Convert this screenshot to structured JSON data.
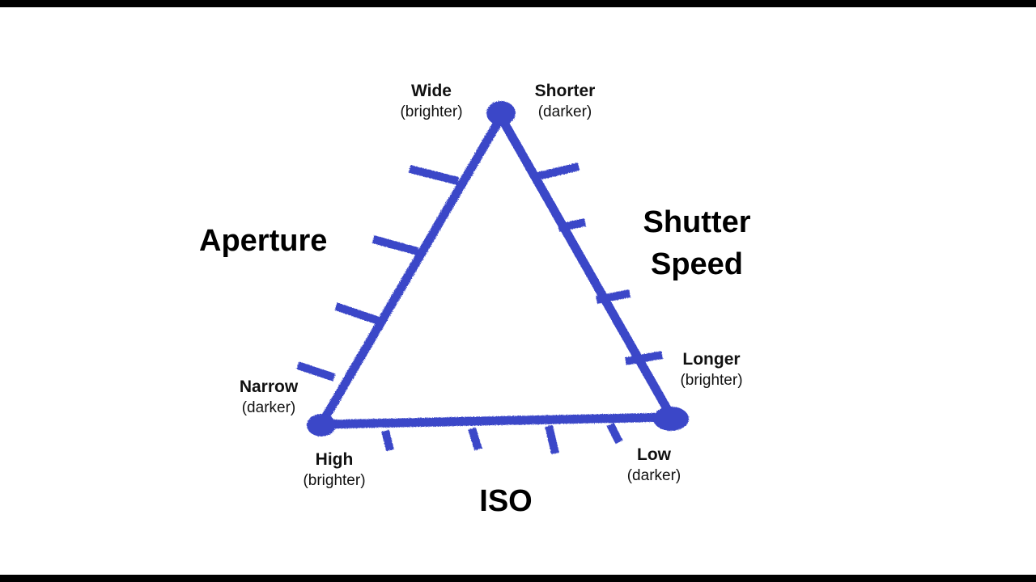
{
  "colors": {
    "stroke": "#3a46c8",
    "text": "#111111",
    "frame": "#000000"
  },
  "aperture": {
    "title": "Aperture",
    "wide": {
      "main": "Wide",
      "sub": "(brighter)"
    },
    "narrow": {
      "main": "Narrow",
      "sub": "(darker)"
    }
  },
  "shutter": {
    "title_line1": "Shutter",
    "title_line2": "Speed",
    "shorter": {
      "main": "Shorter",
      "sub": "(darker)"
    },
    "longer": {
      "main": "Longer",
      "sub": "(brighter)"
    }
  },
  "iso": {
    "title": "ISO",
    "high": {
      "main": "High",
      "sub": "(brighter)"
    },
    "low": {
      "main": "Low",
      "sub": "(darker)"
    }
  }
}
